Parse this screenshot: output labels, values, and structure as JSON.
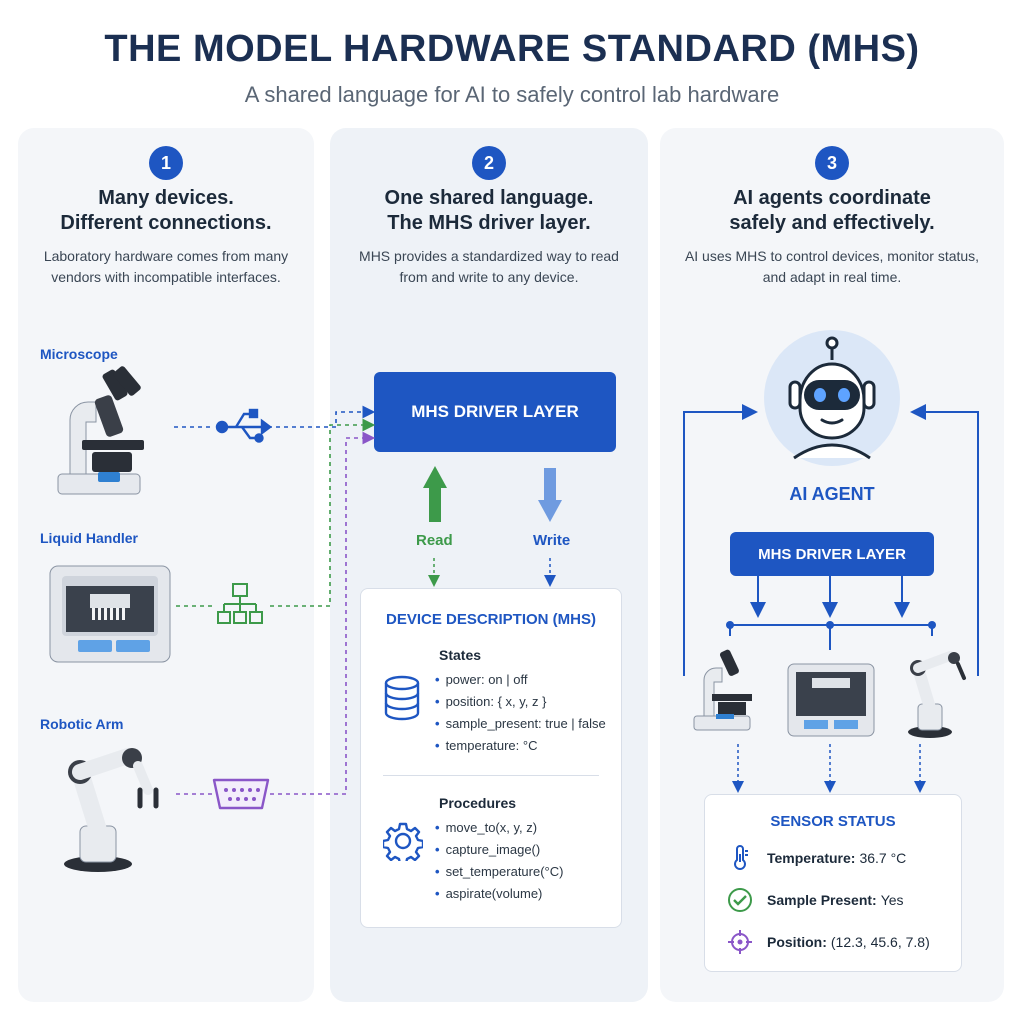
{
  "header": {
    "title": "THE MODEL HARDWARE STANDARD (MHS)",
    "subtitle": "A shared language for AI to safely control lab hardware"
  },
  "panels": [
    {
      "number": "1",
      "heading_line1": "Many devices.",
      "heading_line2": "Different connections.",
      "description": "Laboratory hardware comes from many vendors with incompatible interfaces.",
      "devices": [
        {
          "label": "Microscope",
          "connector_icon": "usb-icon"
        },
        {
          "label": "Liquid Handler",
          "connector_icon": "network-icon"
        },
        {
          "label": "Robotic Arm",
          "connector_icon": "serial-port-icon"
        }
      ]
    },
    {
      "number": "2",
      "heading_line1": "One shared language.",
      "heading_line2": "The MHS driver layer.",
      "description": "MHS provides a standardized way to read from and write to any device.",
      "driver_label": "MHS DRIVER LAYER",
      "read_label": "Read",
      "write_label": "Write",
      "card": {
        "title": "DEVICE DESCRIPTION (MHS)",
        "states_title": "States",
        "states": [
          "power: on | off",
          "position: { x, y, z }",
          "sample_present: true | false",
          "temperature: °C"
        ],
        "procedures_title": "Procedures",
        "procedures": [
          "move_to(x, y, z)",
          "capture_image()",
          "set_temperature(°C)",
          "aspirate(volume)"
        ]
      }
    },
    {
      "number": "3",
      "heading_line1": "AI agents coordinate",
      "heading_line2": "safely and effectively.",
      "description": "AI uses MHS to control devices, monitor status, and adapt in real time.",
      "agent_label": "AI AGENT",
      "driver_label": "MHS DRIVER LAYER",
      "sensor": {
        "title": "SENSOR STATUS",
        "rows": [
          {
            "label": "Temperature:",
            "value": "36.7 °C",
            "icon": "thermometer-icon"
          },
          {
            "label": "Sample Present:",
            "value": "Yes",
            "icon": "checkmark-icon"
          },
          {
            "label": "Position:",
            "value": "(12.3, 45.6, 7.8)",
            "icon": "crosshair-icon"
          }
        ]
      }
    }
  ],
  "colors": {
    "accent": "#1e56c2",
    "read_green": "#3d9a4a",
    "write_blue": "#6f9be0",
    "serial_purple": "#8a56c8"
  }
}
